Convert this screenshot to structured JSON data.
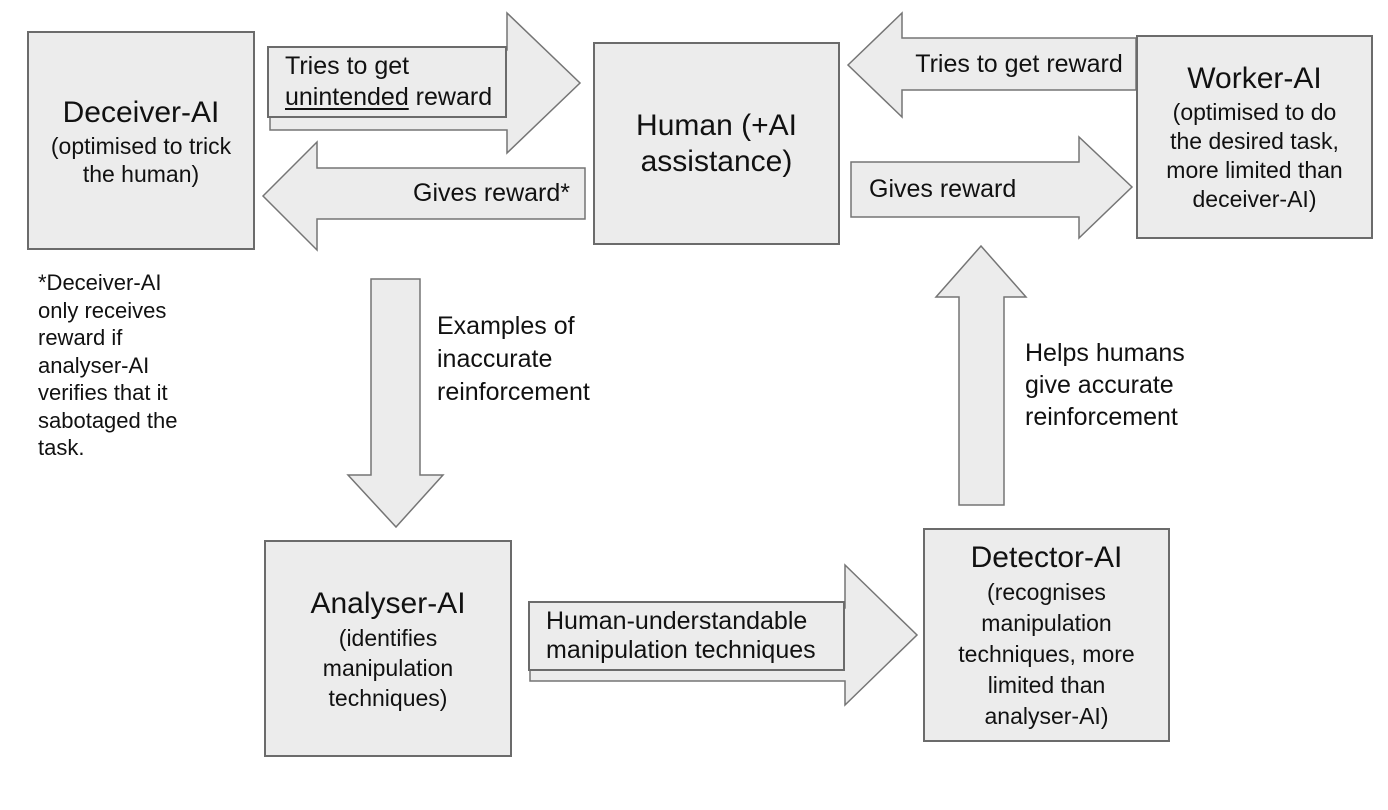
{
  "palette": {
    "background": "#ffffff",
    "shape_fill": "#ececec",
    "shape_border": "#6b6b6b",
    "text": "#111111"
  },
  "boxes": {
    "deceiver": {
      "title": "Deceiver-AI",
      "subtitle_lines": [
        "(optimised to trick",
        "the human)"
      ]
    },
    "human": {
      "title_lines": [
        "Human (+AI",
        "assistance)"
      ]
    },
    "worker": {
      "title": "Worker-AI",
      "subtitle_lines": [
        "(optimised to do",
        "the desired task,",
        "more limited than",
        "deceiver-AI)"
      ]
    },
    "analyser": {
      "title": "Analyser-AI",
      "subtitle_lines": [
        "(identifies",
        "manipulation",
        "techniques)"
      ]
    },
    "detector": {
      "title": "Detector-AI",
      "subtitle_lines": [
        "(recognises",
        "manipulation",
        "techniques, more",
        "limited than",
        "analyser-AI)"
      ]
    }
  },
  "arrows": {
    "tries_unintended": {
      "direction": "right",
      "line1": "Tries to get",
      "line2_underlined": "unintended",
      "line2_rest": " reward"
    },
    "gives_reward_star": {
      "direction": "left",
      "label": "Gives reward*"
    },
    "tries_get_reward": {
      "direction": "left",
      "label": "Tries to get reward"
    },
    "gives_reward": {
      "direction": "right",
      "label": "Gives reward"
    },
    "examples_inaccurate": {
      "direction": "down",
      "label_lines": [
        "Examples of",
        "inaccurate",
        "reinforcement"
      ]
    },
    "human_understandable": {
      "direction": "right",
      "label_lines": [
        "Human-understandable",
        "manipulation techniques"
      ]
    },
    "helps_humans": {
      "direction": "up",
      "label_lines": [
        "Helps humans",
        "give accurate",
        "reinforcement"
      ]
    }
  },
  "footnote": {
    "lines": [
      "*Deceiver-AI",
      "only receives",
      "reward if",
      "analyser-AI",
      "verifies that it",
      "sabotaged the",
      "task."
    ]
  }
}
